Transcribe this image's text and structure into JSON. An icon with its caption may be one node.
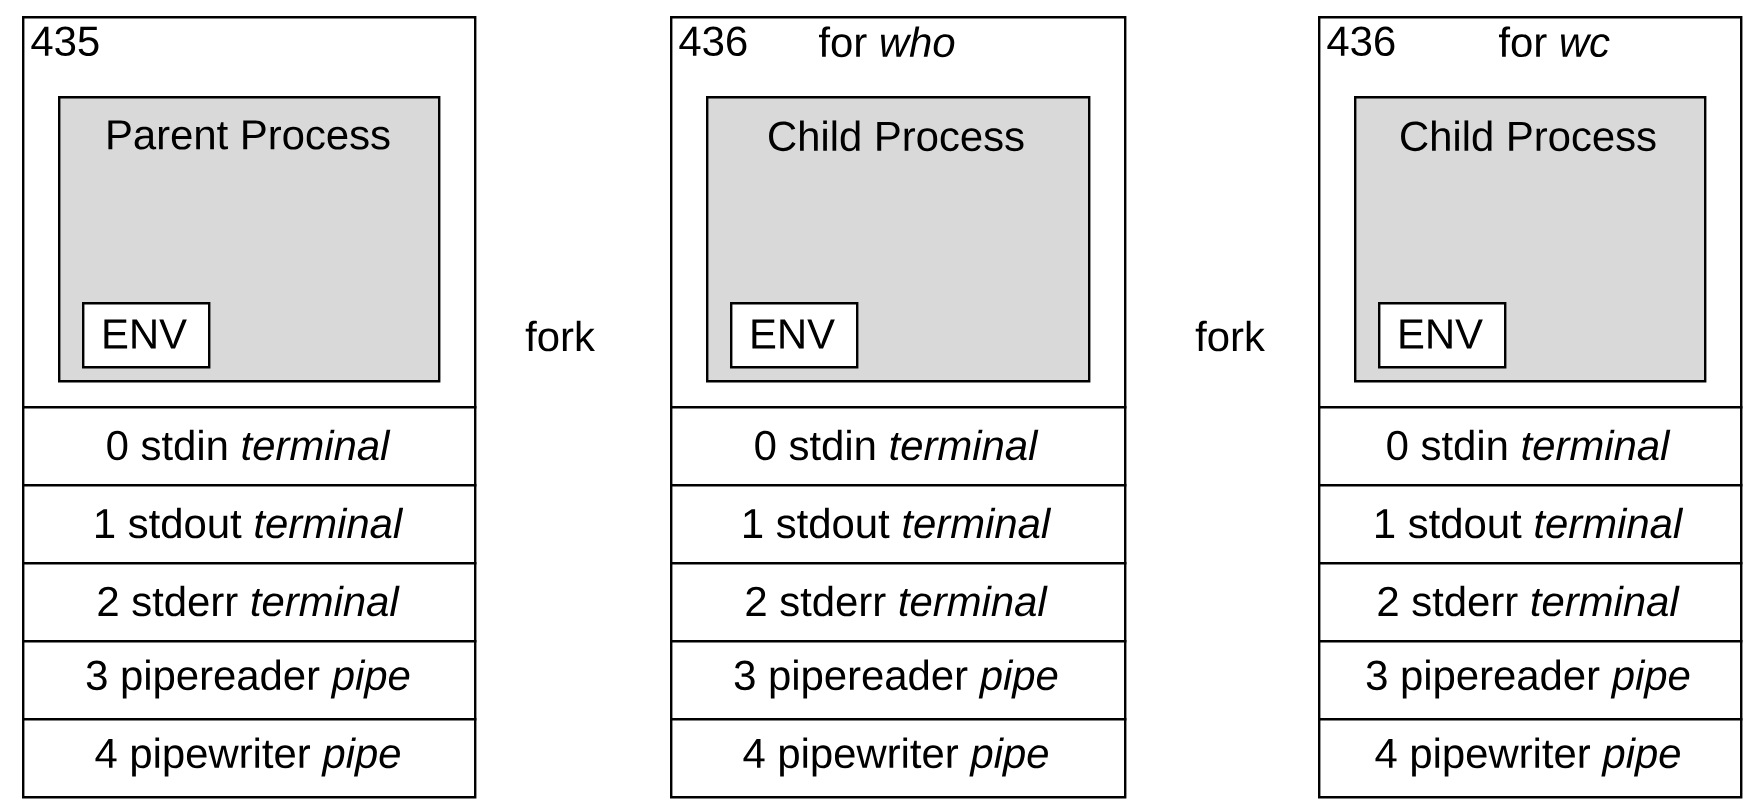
{
  "diagram": {
    "nodes": [
      {
        "text": [
          "435"
        ]
      },
      {
        "text": [
          "Parent Process"
        ],
        "in": 0
      },
      {
        "text": [
          "ENV"
        ],
        "in": 1
      },
      {
        "text": [
          "0 stdin *terminal*"
        ]
      },
      {
        "text": [
          "1 stdout *terminal*"
        ]
      },
      {
        "text": [
          "2 stderr *terminal*"
        ]
      },
      {
        "text": [
          "3 pipereader *pipe*"
        ]
      },
      {
        "text": [
          "4 pipewriter *pipe*"
        ]
      },
      {
        "text": [
          "436",
          "for *who*"
        ]
      },
      {
        "text": [
          "Child Process"
        ],
        "in": 8
      },
      {
        "text": [
          "ENV"
        ],
        "in": 9
      },
      {
        "text": [
          "0 stdin *terminal*"
        ]
      },
      {
        "text": [
          "1 stdout *terminal*"
        ]
      },
      {
        "text": [
          "2 stderr *terminal*"
        ]
      },
      {
        "text": [
          "3 pipereader *pipe*"
        ]
      },
      {
        "text": [
          "4 pipewriter *pipe*"
        ]
      },
      {
        "text": [
          "436",
          "for *wc*"
        ]
      },
      {
        "text": [
          "Child Process"
        ],
        "in": 16
      },
      {
        "text": [
          "ENV"
        ],
        "in": 17
      },
      {
        "text": [
          "0 stdin *terminal*"
        ]
      },
      {
        "text": [
          "1 stdout *terminal*"
        ]
      },
      {
        "text": [
          "2 stderr *terminal*"
        ]
      },
      {
        "text": [
          "3 pipereader *pipe*"
        ]
      },
      {
        "text": [
          "4 pipewriter *pipe*"
        ]
      }
    ],
    "labels": [
      "fork",
      "fork"
    ]
  }
}
